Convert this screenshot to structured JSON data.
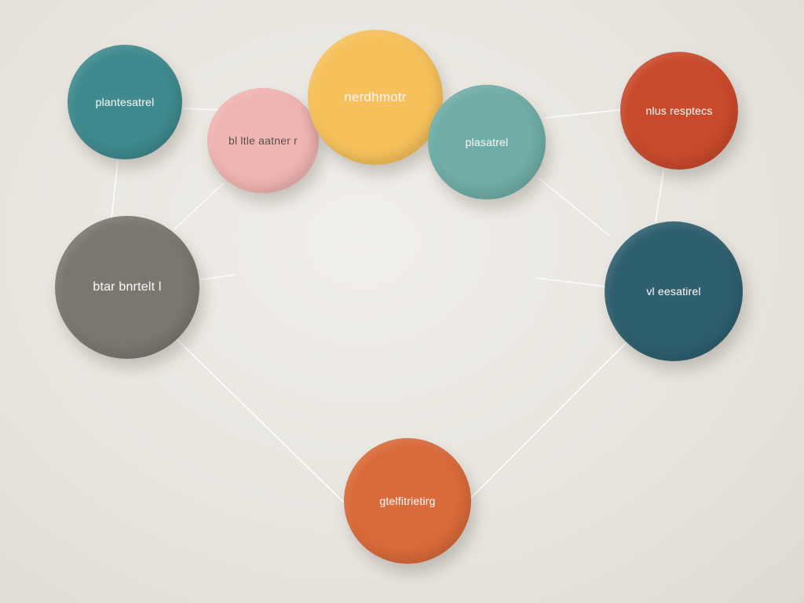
{
  "diagram": {
    "background": "#ebe8e2",
    "wire_color": "#ffffff",
    "nodes": [
      {
        "id": "teal-top-left",
        "label": "plantesatrel",
        "color": "#3e8a8e",
        "text_style": "light"
      },
      {
        "id": "pink",
        "label": "bl ltle aatner r",
        "color": "#f0b4b2",
        "text_style": "dark"
      },
      {
        "id": "yellow",
        "label": "nerdhmotr",
        "color": "#f6c15a",
        "text_style": "light"
      },
      {
        "id": "mint",
        "label": "plasatrel",
        "color": "#6fada6",
        "text_style": "light"
      },
      {
        "id": "red",
        "label": "nlus resptecs",
        "color": "#c9492c",
        "text_style": "light"
      },
      {
        "id": "gray",
        "label": "btar bnrtelt l",
        "color": "#7b7670",
        "text_style": "light"
      },
      {
        "id": "navy",
        "label": "vl eesatirel",
        "color": "#2e5f6e",
        "text_style": "light"
      },
      {
        "id": "orange",
        "label": "gtelfitrietirg",
        "color": "#d96a3a",
        "text_style": "light"
      }
    ]
  }
}
